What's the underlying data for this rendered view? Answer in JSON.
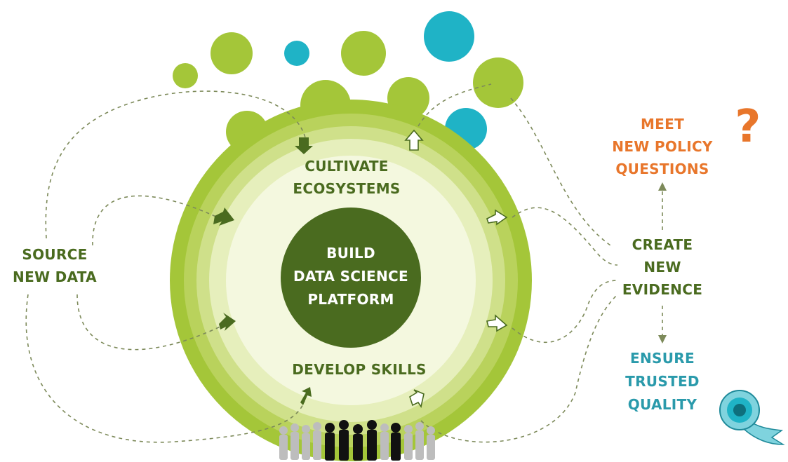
{
  "center": {
    "line1": "BUILD",
    "line2": "DATA SCIENCE",
    "line3": "PLATFORM"
  },
  "inner": {
    "top_line1": "CULTIVATE",
    "top_line2": "ECOSYSTEMS",
    "bottom": "DEVELOP SKILLS"
  },
  "left": {
    "line1": "SOURCE",
    "line2": "NEW DATA"
  },
  "right_middle": {
    "line1": "CREATE",
    "line2": "NEW",
    "line3": "EVIDENCE"
  },
  "right_top": {
    "line1": "MEET",
    "line2": "NEW POLICY",
    "line3": "QUESTIONS",
    "symbol": "?"
  },
  "right_bottom": {
    "line1": "ENSURE",
    "line2": "TRUSTED",
    "line3": "QUALITY"
  },
  "icons": [
    "question-mark-icon",
    "rosette-badge-icon",
    "people-crowd-icon"
  ],
  "colors": {
    "dark_green": "#4a6b1f",
    "lime": "#a4c639",
    "teal": "#1fb3c6",
    "orange": "#e8762b",
    "label_teal": "#2a9aab"
  }
}
